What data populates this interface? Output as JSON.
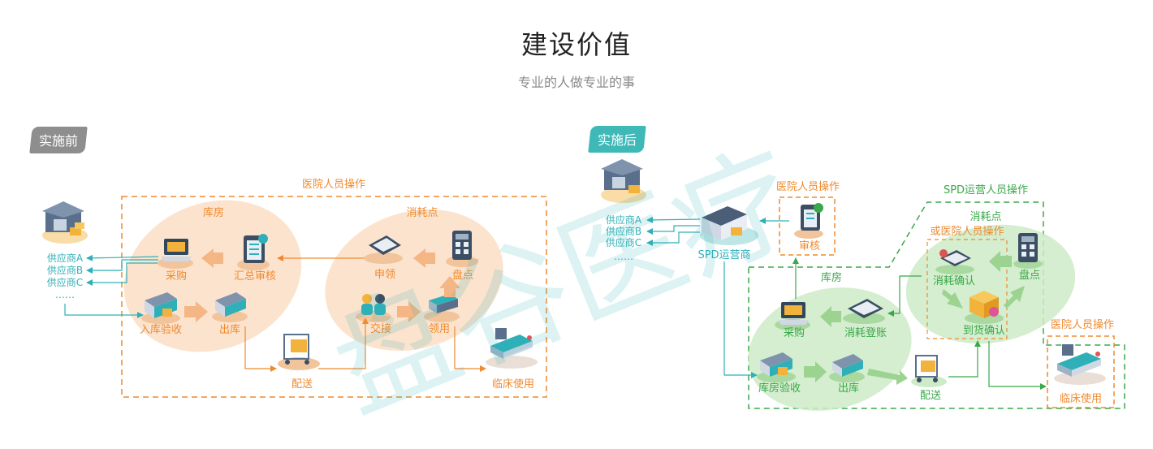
{
  "header": {
    "title": "建设价值",
    "subtitle": "专业的人做专业的事"
  },
  "before": {
    "badge": "实施前",
    "region_label": "医院人员操作",
    "warehouse_label": "库房",
    "consumption_label": "消耗点",
    "suppliers": [
      "供应商A",
      "供应商B",
      "供应商C",
      "……"
    ],
    "nodes": {
      "purchase": "采购",
      "review": "汇总审核",
      "requisition": "申领",
      "stocktake": "盘点",
      "inbound": "入库验收",
      "outbound": "出库",
      "handover": "交接",
      "receive": "领用",
      "delivery": "配送",
      "clinical": "临床使用"
    }
  },
  "after": {
    "badge": "实施后",
    "suppliers": [
      "供应商A",
      "供应商B",
      "供应商C",
      "……"
    ],
    "spd_operator": "SPD运营商",
    "hospital_staff_top": "医院人员操作",
    "review": "审核",
    "spd_staff": "SPD运营人员操作",
    "consumption_label": "消耗点",
    "consumption_sub": "或医院人员操作",
    "warehouse_label": "库房",
    "nodes": {
      "purchase": "采购",
      "consume_register": "消耗登账",
      "consume_confirm": "消耗确认",
      "stocktake": "盘点",
      "arrival_confirm": "到货确认",
      "inbound": "库房验收",
      "outbound": "出库",
      "delivery": "配送"
    },
    "hospital_staff_right": "医院人员操作",
    "clinical": "临床使用"
  },
  "watermark": "盘谷医疗",
  "colors": {
    "orange": "#ef8a2e",
    "teal": "#2fb0b8",
    "green": "#3aa84a",
    "peach": "#fbd9bd",
    "mint": "#cdebc7"
  }
}
